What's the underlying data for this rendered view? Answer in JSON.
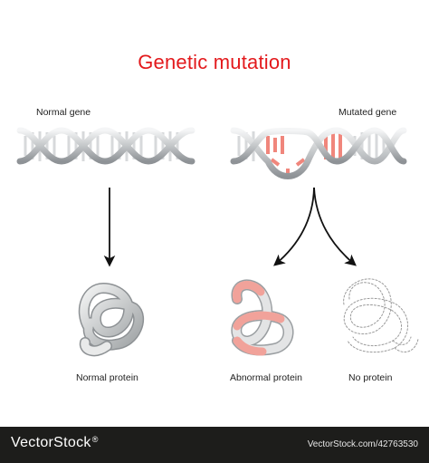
{
  "title": "Genetic mutation",
  "labels": {
    "normal_gene": "Normal gene",
    "mutated_gene": "Mutated gene",
    "normal_protein": "Normal protein",
    "abnormal_protein": "Abnormal protein",
    "no_protein": "No protein"
  },
  "footer": {
    "brand": "VectorStock",
    "brand_mark": "®",
    "reference": "VectorStock.com/42763530"
  },
  "colors": {
    "title": "#e3191c",
    "mutation": "#f0867c",
    "helix": "#c9cbcd",
    "footer_bg": "#1d1d1b"
  }
}
